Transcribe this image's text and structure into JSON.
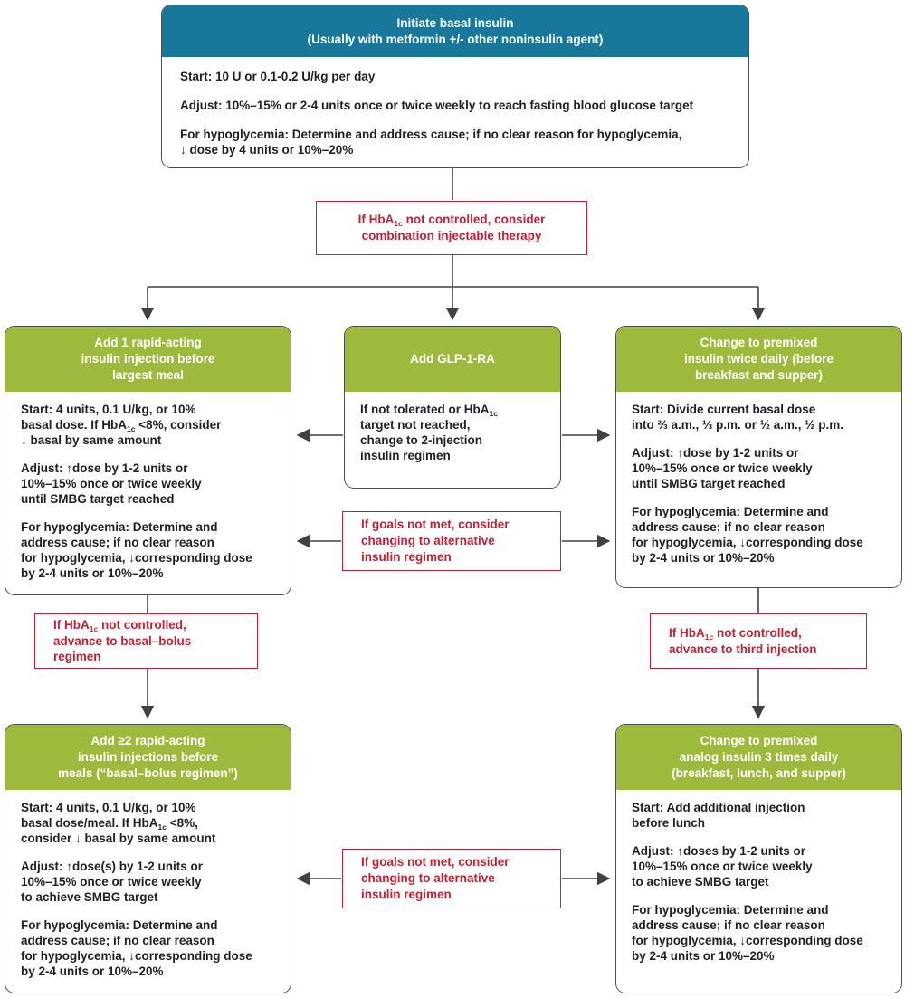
{
  "colors": {
    "teal_header": "#17789b",
    "green_header": "#9dba3c",
    "red_accent": "#c22135",
    "body_text": "#231f20",
    "line": "#414042",
    "border": "#4d4d4d"
  },
  "boxes": {
    "initiate": {
      "header": "Initiate basal insulin\n(Usually with metformin +/- other noninsulin agent)",
      "body": [
        "Start: 10 U or 0.1-0.2 U/kg per day",
        "Adjust: 10%–15% or 2-4 units once or twice weekly to reach fasting blood glucose target",
        "For hypoglycemia: Determine and address cause; if no clear reason for hypoglycemia,\n↓ dose by 4 units or 10%–20%"
      ]
    },
    "decision_combination": {
      "text": "If HbA~1c~ not controlled, consider\ncombination injectable therapy"
    },
    "rapid1": {
      "header": "Add 1 rapid-acting\ninsulin injection before\nlargest meal",
      "body": [
        "Start: 4 units, 0.1 U/kg, or 10%\nbasal dose. If HbA~1c~ <8%, consider\n↓ basal by same amount",
        "Adjust: ↑dose by 1-2 units or\n10%–15% once or twice weekly\nuntil SMBG target reached",
        "For hypoglycemia: Determine and\naddress cause; if no clear reason\nfor hypoglycemia, ↓corresponding dose\nby 2-4 units or 10%–20%"
      ]
    },
    "glp1": {
      "header": "Add GLP-1-RA",
      "body": [
        "If not tolerated or HbA~1c~\ntarget not reached,\nchange to 2-injection\ninsulin regimen"
      ]
    },
    "premixed2": {
      "header": "Change to premixed\ninsulin twice daily (before\nbreakfast and supper)",
      "body": [
        "Start: Divide current basal dose\ninto ⅔ a.m., ⅓ p.m. or ½ a.m., ½ p.m.",
        "Adjust: ↑dose by 1-2 units or\n10%–15% once or twice weekly\nuntil SMBG target reached",
        "For hypoglycemia: Determine and\naddress cause; if no clear reason\nfor hypoglycemia, ↓corresponding dose\nby 2-4 units or 10%–20%"
      ]
    },
    "decision_alt1": {
      "text": "If goals not met, consider\nchanging to alternative\ninsulin regimen"
    },
    "decision_basalbolus": {
      "text": "If HbA~1c~ not controlled,\nadvance to basal–bolus regimen"
    },
    "decision_third": {
      "text": "If HbA~1c~ not controlled,\nadvance to third injection"
    },
    "rapid2": {
      "header": "Add ≥2 rapid-acting\ninsulin injections before\nmeals (“basal–bolus regimen”)",
      "body": [
        "Start: 4 units, 0.1 U/kg, or 10%\nbasal dose/meal. If HbA~1c~ <8%,\nconsider ↓ basal by same amount",
        "Adjust: ↑dose(s) by 1-2 units or\n10%–15% once or twice weekly\nto achieve SMBG target",
        "For hypoglycemia: Determine and\naddress cause; if no clear reason\nfor hypoglycemia, ↓corresponding dose\nby 2-4 units or 10%–20%"
      ]
    },
    "premixed3": {
      "header": "Change to premixed\nanalog insulin 3 times daily\n(breakfast, lunch, and supper)",
      "body": [
        "Start: Add additional injection\nbefore lunch",
        "Adjust: ↑doses by 1-2 units or\n10%–15% once or twice weekly\nto achieve SMBG target",
        "For hypoglycemia: Determine and\naddress cause; if no clear reason\nfor hypoglycemia, ↓corresponding dose\nby 2-4 units or 10%–20%"
      ]
    },
    "decision_alt2": {
      "text": "If goals not met, consider\nchanging to alternative\ninsulin regimen"
    }
  }
}
